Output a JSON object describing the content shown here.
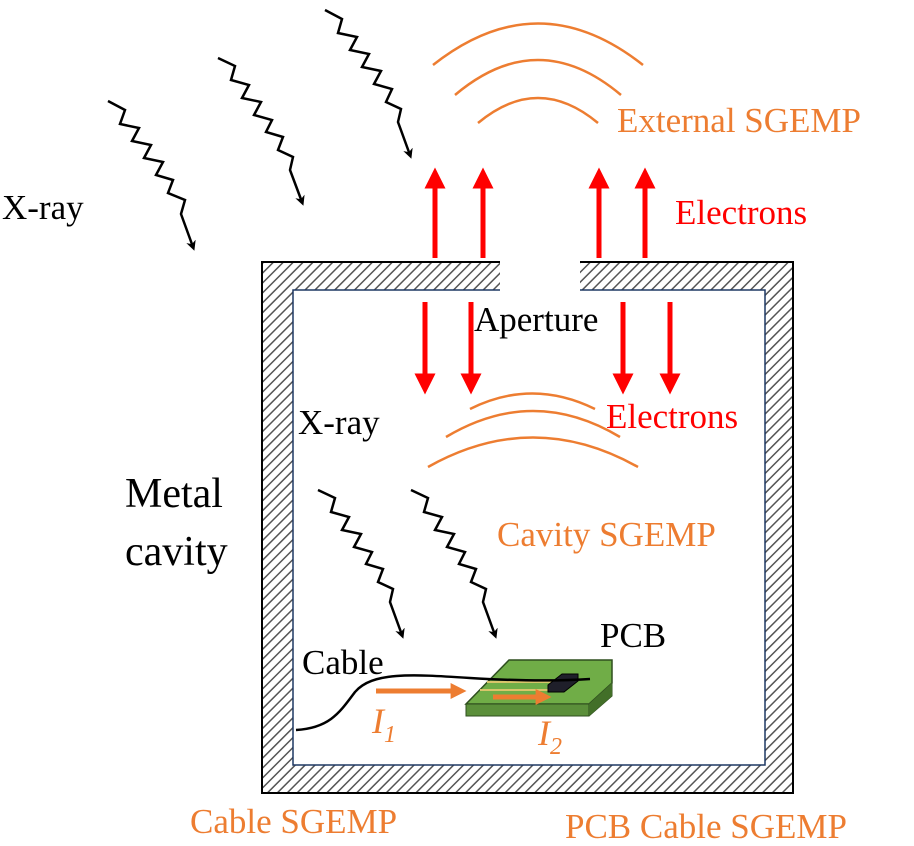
{
  "labels": {
    "xray_outside": "X-ray",
    "external_sgemp": "External SGEMP",
    "electrons_outside": "Electrons",
    "aperture": "Aperture",
    "xray_inside": "X-ray",
    "electrons_inside": "Electrons",
    "metal_cavity_line1": "Metal",
    "metal_cavity_line2": "cavity",
    "cavity_sgemp": "Cavity SGEMP",
    "pcb": "PCB",
    "cable": "Cable",
    "current_1_symbol": "I",
    "current_1_sub": "1",
    "current_2_symbol": "I",
    "current_2_sub": "2",
    "cable_sgemp": "Cable SGEMP",
    "pcb_cable_sgemp": "PCB Cable SGEMP"
  },
  "colors": {
    "sgemp_orange": "#ED7D31",
    "electron_red": "#FF0000",
    "pcb_green": "#70AD47",
    "cavity_border": "#1F3864",
    "text_black": "#000000"
  },
  "icons": {
    "xray": "wavy-arrow",
    "electrons": "straight-arrow",
    "sgemp_wave": "concentric-arcs",
    "wall": "hatched-wall"
  }
}
